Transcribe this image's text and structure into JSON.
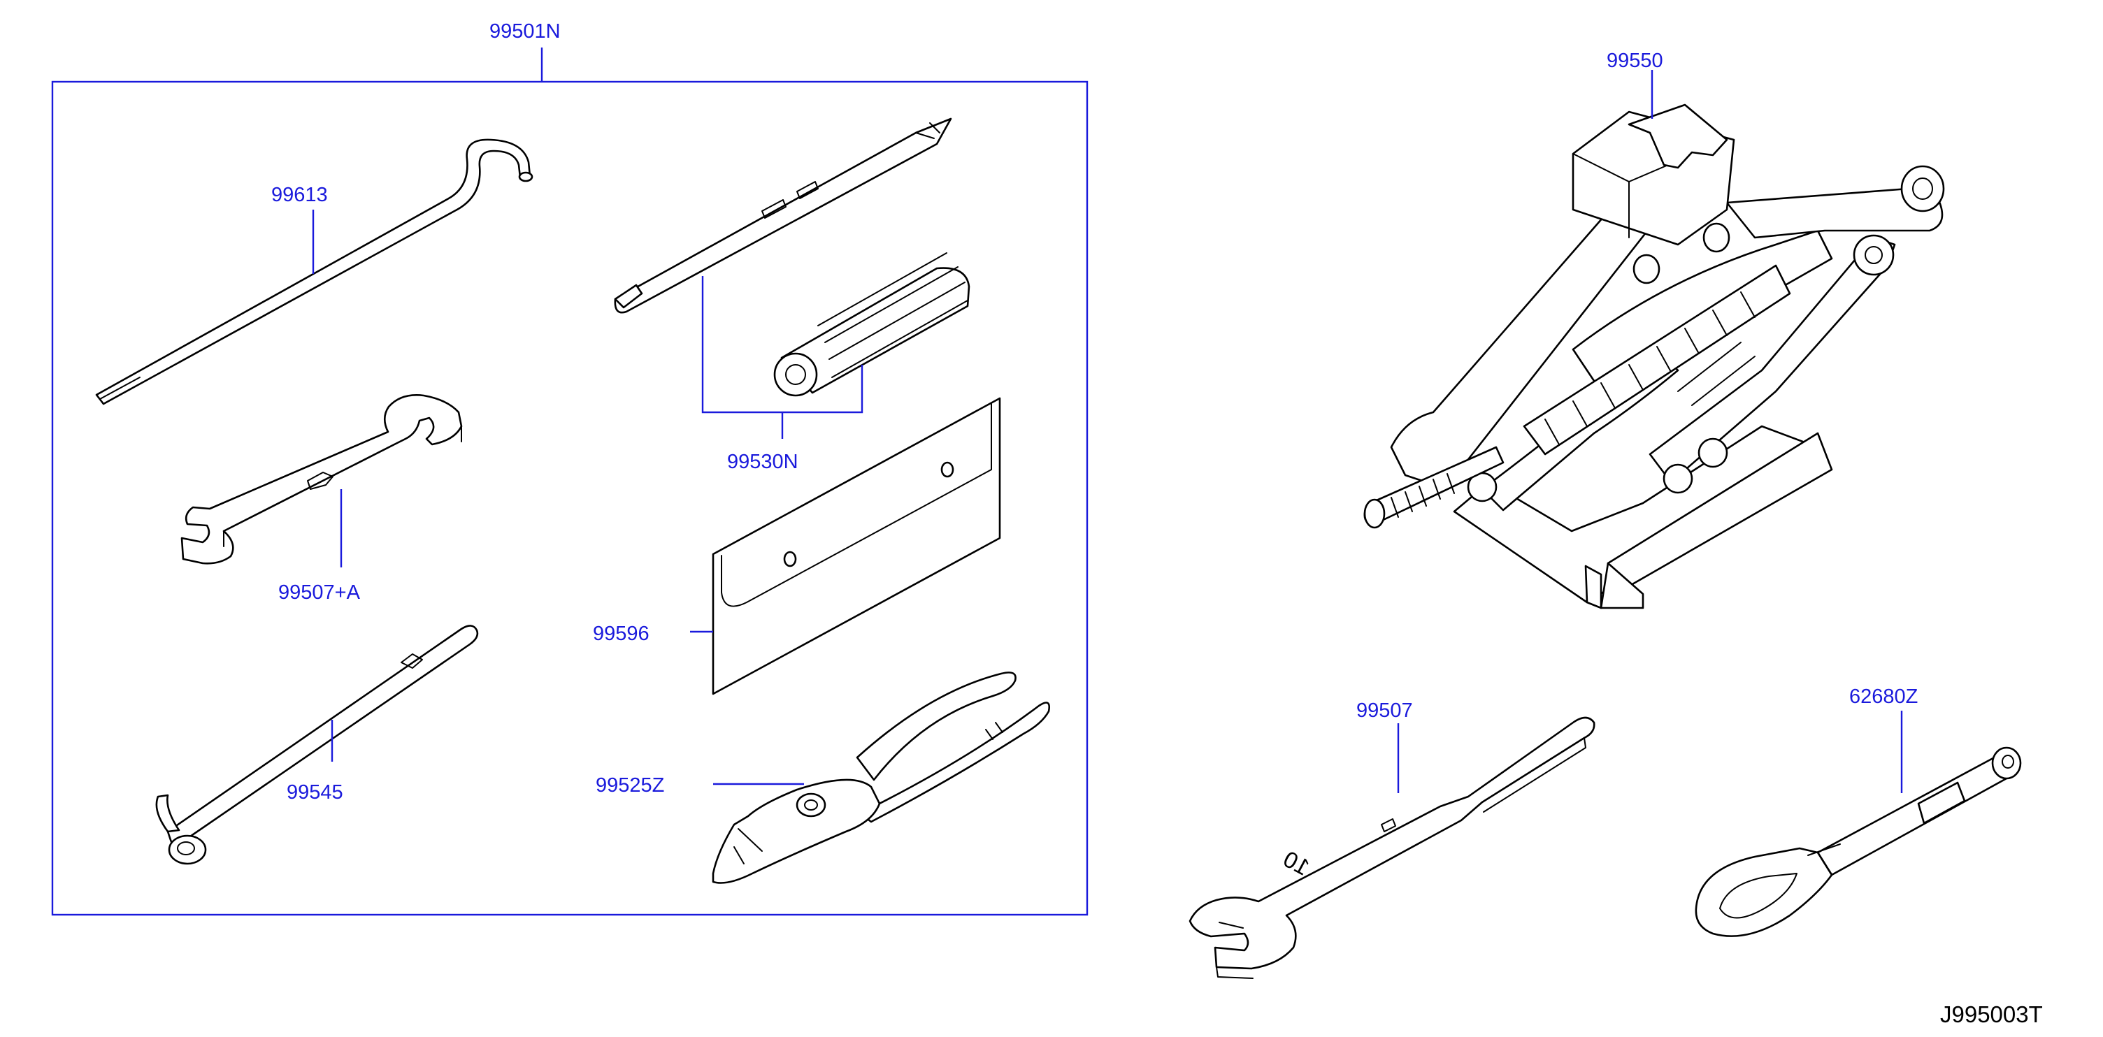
{
  "colors": {
    "label": "#1a1adc",
    "line": "#000000",
    "background": "#ffffff"
  },
  "labels": {
    "kit": "99501N",
    "jack_hook_rod": "99613",
    "spanner_a": "99507+A",
    "wheel_nut_wrench": "99545",
    "screwdriver": "99530N",
    "tool_bag": "99596",
    "pliers": "99525Z",
    "jack": "99550",
    "spanner": "99507",
    "tow_hook": "62680Z"
  },
  "wrench_marking": "10",
  "diagram_code": "J995003T"
}
